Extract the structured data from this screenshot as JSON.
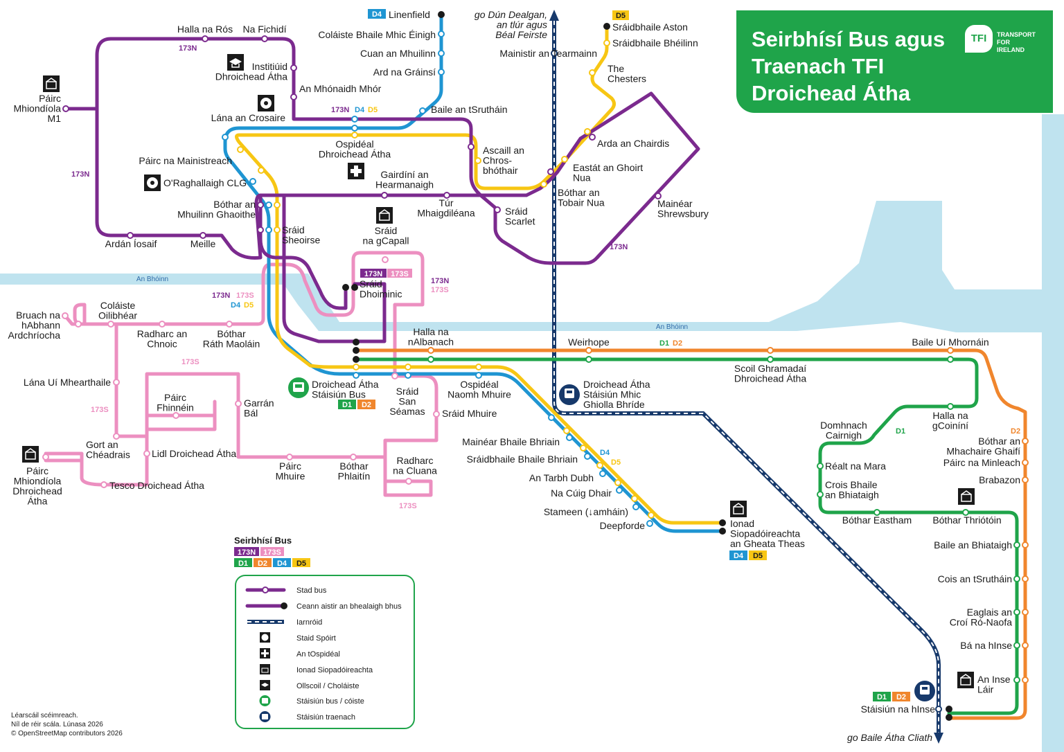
{
  "title": {
    "text": "Seirbhísí Bus agus\nTraenach TFI\nDroichead Átha",
    "brand_mark": "TFI",
    "brand_text": "TRANSPORT\nFOR\nIRELAND"
  },
  "colors": {
    "r173N": "#7b2a8e",
    "r173S": "#ec8fc0",
    "D1": "#1fa44a",
    "D2": "#f0862d",
    "D4": "#1f95d2",
    "D5": "#f7c614",
    "rail": "#17396b",
    "water": "#bfe3ef",
    "brand_green": "#1fa44a"
  },
  "rivers": [
    "An Bhóinn",
    "An Bhóinn"
  ],
  "route_names": [
    "173N",
    "173S",
    "D1",
    "D2",
    "D4",
    "D5"
  ],
  "directions": {
    "north": "go Dún Dealgan,\nan tlúr agus\nBéal Feirste",
    "south": "go Baile Átha Cliath"
  },
  "stops": [
    "Linenfield",
    "Coláiste Bhaile Mhic Éinigh",
    "Cuan an Mhuilinn",
    "Ard na Gráinsí",
    "Baile an tSrutháin",
    "Halla na Rós",
    "Na Fichidí",
    "Institiúid\nDhroichead Átha",
    "An Mhónaidh Mhór",
    "Páirc\nMhiondíola\nM1",
    "Lána an Crosaire",
    "Páirc na Mainistreach",
    "O'Raghallaigh CLG",
    "Ospidéal\nDhroichead Átha",
    "Ascaill an\nChros-\nbhóthair",
    "Gairdíní an\nHearmanaigh",
    "Túr\nMhaigdiléana",
    "Bóthar an\nMhuilinn Ghaoithe",
    "Sráid\nSheoirse",
    "Sráid\nna gCapall",
    "Sráid\nDhoiminic",
    "Sráid\nScarlet",
    "Ardán Íosaif",
    "Meille",
    "Sráidbhaile Aston",
    "Sráidbhaile Bhéilinn",
    "Mainistir an Tearmainn",
    "The\nChesters",
    "Arda an Chairdis",
    "Eastát an Ghoirt\nNua",
    "Bóthar an\nTobair Nua",
    "Mainéar\nShrewsbury",
    "Bruach na\nhAbhann\nArdchríocha",
    "Coláiste\nOilibhéar",
    "Radharc an\nChnoic",
    "Bóthar\nRáth Maoláin",
    "Lána Uí Mhearthaile",
    "Páirc\nFhinnéin",
    "Garrán\nBál",
    "Gort an\nChéadrais",
    "Lidl Droichead Átha",
    "Páirc\nMhiondíola\nDhroichead\nÁtha",
    "Tesco Droichead Átha",
    "Páirc\nMhuire",
    "Bóthar\nPhlaitín",
    "Radharc\nna Cluana",
    "Halla na\nnAlbanach",
    "Weirhope",
    "Baile Uí Mhornáin",
    "Scoil Ghramadaí\nDhroichead Átha",
    "Droichead Átha\nStáisiún Bus",
    "Sráid\nSan\nSéamas",
    "Ospidéal\nNaomh Mhuire",
    "Sráid Mhuire",
    "Droichead Átha\nStáisiún Mhic\nGhiolla Bhríde",
    "Mainéar Bhaile Bhriain",
    "Sráidbhaile Bhaile Bhriain",
    "An Tarbh Dubh",
    "Na Cúig Dhair",
    "Stameen (↓amháin)",
    "Deepforde",
    "Ionad\nSiopadóireachta\nan Gheata Theas",
    "Domhnach\nCairnigh",
    "Halla na\ngCoiníní",
    "Réalt na Mara",
    "Crois Bhaile\nan Bhiataigh",
    "Bóthar Eastham",
    "Bóthar Thriótóin",
    "Bóthar an\nMhachaire Ghaifí",
    "Páirc na Minleach",
    "Brabazon",
    "Baile an Bhiataigh",
    "Cois an tSrutháin",
    "Eaglais an\nCroí Ró-Naofa",
    "Bá na hInse",
    "An Inse\nLáir",
    "Stáisiún na hInse"
  ],
  "legend": {
    "title": "Seirbhísí Bus",
    "items": [
      {
        "icon": "bus-stop-icon",
        "label": "Stad bus"
      },
      {
        "icon": "terminus-icon",
        "label": "Ceann aistir an bhealaigh bhus"
      },
      {
        "icon": "rail-icon",
        "label": "Iarnróid"
      },
      {
        "icon": "stadium-icon",
        "label": "Staid Spóirt"
      },
      {
        "icon": "hospital-icon",
        "label": "An tOspidéal"
      },
      {
        "icon": "shopping-centre-icon",
        "label": "Ionad Siopadóireachta"
      },
      {
        "icon": "university-icon",
        "label": "Ollscoil / Choláiste"
      },
      {
        "icon": "bus-station-icon",
        "label": "Stáisiún bus / cóiste"
      },
      {
        "icon": "train-station-icon",
        "label": "Stáisiún traenach"
      }
    ]
  },
  "footer": {
    "line1": "Léarscáil scéimreach.",
    "line2": "Níl de réir scála. Lúnasa 2026",
    "line3": "© OpenStreetMap contributors 2026"
  }
}
